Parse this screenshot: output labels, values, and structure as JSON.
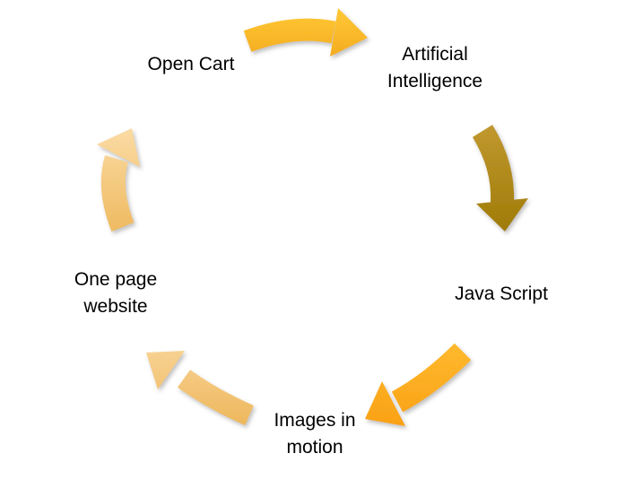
{
  "diagram": {
    "type": "cycle",
    "background_color": "#ffffff",
    "text_color": "#000000",
    "nodes": [
      {
        "id": "open-cart",
        "label": "Open Cart",
        "lines": [
          "Open Cart"
        ]
      },
      {
        "id": "artificial-intelligence",
        "label": "Artificial Intelligence",
        "lines": [
          "Artificial",
          "Intelligence"
        ]
      },
      {
        "id": "java-script",
        "label": "Java Script",
        "lines": [
          "Java Script"
        ]
      },
      {
        "id": "images-in-motion",
        "label": "Images in motion",
        "lines": [
          "Images in",
          "motion"
        ]
      },
      {
        "id": "one-page-website",
        "label": "One page website",
        "lines": [
          "One page",
          "website"
        ]
      }
    ],
    "arrows": [
      {
        "id": "open-cart-to-artificial-intelligence",
        "from": "Open Cart",
        "to": "Artificial Intelligence",
        "color_start": "#FFC734",
        "color_end": "#F1A61C"
      },
      {
        "id": "artificial-intelligence-to-java-script",
        "from": "Artificial Intelligence",
        "to": "Java Script",
        "color_start": "#C0982F",
        "color_end": "#9E7A06"
      },
      {
        "id": "java-script-to-images-in-motion",
        "from": "Java Script",
        "to": "Images in motion",
        "color_start": "#FFB92E",
        "color_end": "#F89C10"
      },
      {
        "id": "images-in-motion-to-one-page-website",
        "from": "Images in motion",
        "to": "One page website",
        "color_start": "#F8D395",
        "color_end": "#EDB558"
      },
      {
        "id": "one-page-website-to-open-cart",
        "from": "One page website",
        "to": "Open Cart",
        "color_start": "#FBDCA6",
        "color_end": "#EEB95E"
      }
    ]
  }
}
